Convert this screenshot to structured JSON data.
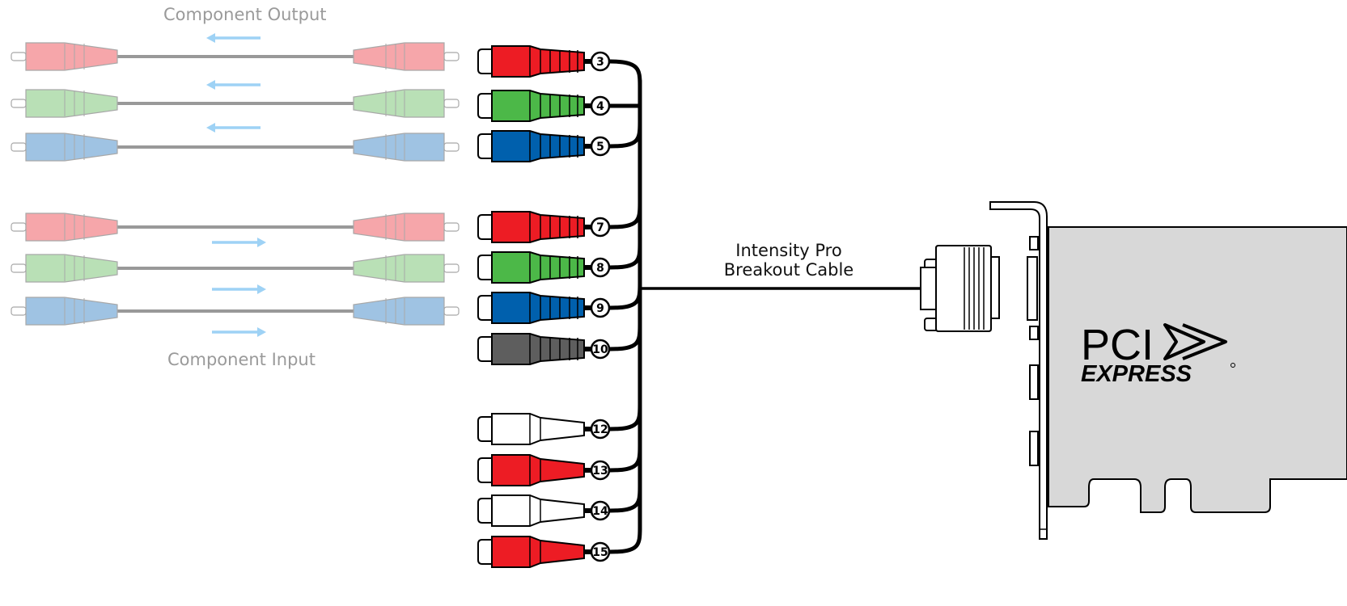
{
  "labels": {
    "component_output": "Component Output",
    "component_input": "Component Input",
    "cable_line1": "Intensity Pro",
    "cable_line2": "Breakout Cable"
  },
  "pcie_logo": {
    "line1": "PCI",
    "line2": "EXPRESS"
  },
  "colors": {
    "red": "#ed1c24",
    "green": "#4cb848",
    "blue": "#0060ad",
    "gray": "#5e5e5e",
    "white": "#ffffff",
    "pale_red": "#f6a6aa",
    "pale_green": "#b9e0b6",
    "pale_blue": "#9fc3e3",
    "arrow": "#9ed2f5",
    "card": "#d8d8d8"
  },
  "component_cables": [
    {
      "color": "pale_red",
      "direction": "output"
    },
    {
      "color": "pale_green",
      "direction": "output"
    },
    {
      "color": "pale_blue",
      "direction": "output"
    },
    {
      "color": "pale_red",
      "direction": "input"
    },
    {
      "color": "pale_green",
      "direction": "input"
    },
    {
      "color": "pale_blue",
      "direction": "input"
    }
  ],
  "breakout_connectors": [
    {
      "number": "3",
      "color": "red",
      "style": "ribbed"
    },
    {
      "number": "4",
      "color": "green",
      "style": "ribbed"
    },
    {
      "number": "5",
      "color": "blue",
      "style": "ribbed"
    },
    {
      "number": "7",
      "color": "red",
      "style": "ribbed"
    },
    {
      "number": "8",
      "color": "green",
      "style": "ribbed"
    },
    {
      "number": "9",
      "color": "blue",
      "style": "ribbed"
    },
    {
      "number": "10",
      "color": "gray",
      "style": "ribbed"
    },
    {
      "number": "12",
      "color": "white",
      "style": "plain"
    },
    {
      "number": "13",
      "color": "red",
      "style": "plain"
    },
    {
      "number": "14",
      "color": "white",
      "style": "plain"
    },
    {
      "number": "15",
      "color": "red",
      "style": "plain"
    }
  ]
}
